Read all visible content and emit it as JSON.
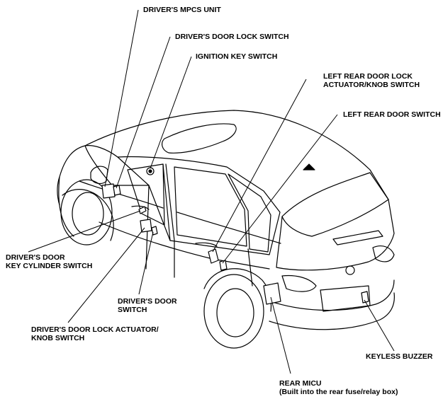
{
  "labels": {
    "drivers_mpcs_unit": "DRIVER'S MPCS UNIT",
    "drivers_door_lock_switch": "DRIVER'S DOOR LOCK SWITCH",
    "ignition_key_switch": "IGNITION KEY SWITCH",
    "left_rear_door_lock_line1": "LEFT REAR DOOR LOCK",
    "left_rear_door_lock_line2": "ACTUATOR/KNOB SWITCH",
    "left_rear_door_switch": "LEFT REAR DOOR SWITCH",
    "drivers_door_key_cyl_line1": "DRIVER'S DOOR",
    "drivers_door_key_cyl_line2": "KEY CYLINDER SWITCH",
    "drivers_door_switch_line1": "DRIVER'S DOOR",
    "drivers_door_switch_line2": "SWITCH",
    "drivers_door_lock_act_line1": "DRIVER'S DOOR LOCK ACTUATOR/",
    "drivers_door_lock_act_line2": "KNOB SWITCH",
    "keyless_buzzer": "KEYLESS BUZZER",
    "rear_micu_line1": "REAR MICU",
    "rear_micu_line2": "(Built into the rear fuse/relay box)"
  }
}
